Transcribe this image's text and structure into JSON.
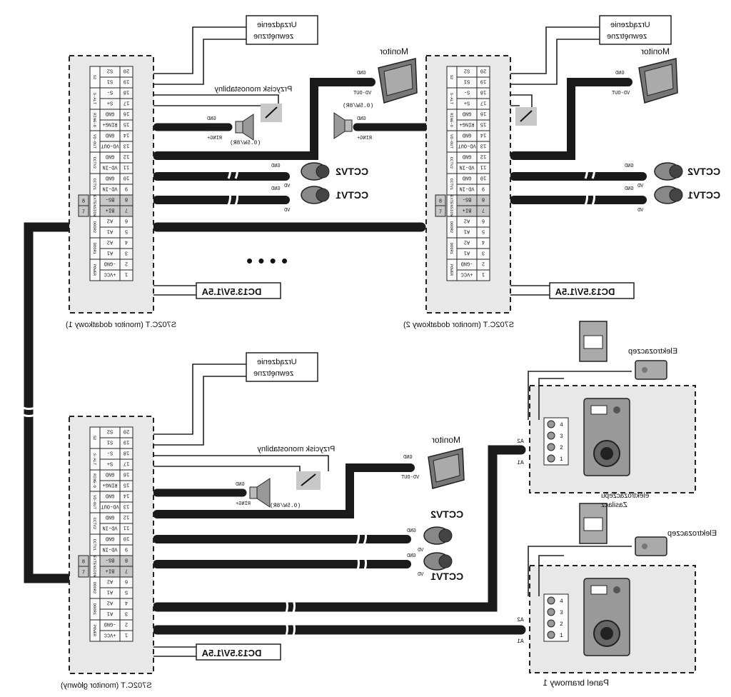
{
  "units": {
    "extra1": {
      "model_label": "S702C.T (monitor dodatkowy 1)",
      "terminals": [
        {
          "num": "20",
          "name": "S2",
          "group": "S2"
        },
        {
          "num": "19",
          "name": "S1",
          "group": ""
        },
        {
          "num": "18",
          "name": "S-",
          "group": "S-ALT"
        },
        {
          "num": "17",
          "name": "S+",
          "group": ""
        },
        {
          "num": "16",
          "name": "GND",
          "group": "RING-O"
        },
        {
          "num": "15",
          "name": "RING+",
          "group": ""
        },
        {
          "num": "14",
          "name": "GND",
          "group": "VD-OUT"
        },
        {
          "num": "13",
          "name": "VD-OUT",
          "group": ""
        },
        {
          "num": "12",
          "name": "GND",
          "group": "CCTV2"
        },
        {
          "num": "11",
          "name": "VD-IN",
          "group": ""
        },
        {
          "num": "10",
          "name": "GND",
          "group": "CCTV1"
        },
        {
          "num": "9",
          "name": "VD-IN",
          "group": ""
        },
        {
          "num": "8",
          "name": "BS-",
          "group": "EXTENSION"
        },
        {
          "num": "7",
          "name": "BI+",
          "group": ""
        },
        {
          "num": "6",
          "name": "A2",
          "group": "DOOR2"
        },
        {
          "num": "5",
          "name": "A1",
          "group": ""
        },
        {
          "num": "4",
          "name": "A2",
          "group": "DOOR1"
        },
        {
          "num": "3",
          "name": "A1",
          "group": ""
        },
        {
          "num": "2",
          "name": "-GND",
          "group": "POWER"
        },
        {
          "num": "1",
          "name": "+VCC",
          "group": ""
        }
      ],
      "side_labels": [
        "8",
        "7"
      ],
      "power": "DC13.5V/1.5A",
      "ext_device": [
        "Urządzenie",
        "zewnętrzne"
      ],
      "button": "Przycisk monostabilny",
      "monitor": "Monitor",
      "monitor_pins": [
        "GND",
        "VD-OUT"
      ],
      "speaker_pins": [
        "GND",
        "RING+"
      ],
      "speaker_spec": "(0.5W/8R)",
      "cams": [
        {
          "label": "CCTV2",
          "pins": [
            "GND",
            "VD"
          ]
        },
        {
          "label": "CCTV1",
          "pins": [
            "GND",
            "VD"
          ]
        }
      ]
    },
    "extra2": {
      "model_label": "S702C.T (monitor dodatkowy 2)",
      "power": "DC13.5V/1.5A",
      "ext_device": [
        "Urządzenie",
        "zewnętrzne"
      ],
      "monitor": "Monitor",
      "monitor_pins": [
        "GND",
        "VD-OUT"
      ],
      "speaker_pins": [
        "GND",
        "RING+"
      ],
      "speaker_spec": "(0.5W/8R)",
      "cams": [
        {
          "label": "CCTV2",
          "pins": [
            "GND",
            "VD"
          ]
        },
        {
          "label": "CCTV1",
          "pins": [
            "GND",
            "VD"
          ]
        }
      ]
    },
    "main": {
      "model_label": "S702C.T (monitor główny)",
      "power": "DC13.5V/1.5A",
      "ext_device": [
        "Urządzenie",
        "zewnętrzne"
      ],
      "button": "Przycisk monostabilny",
      "monitor": "Monitor",
      "monitor_pins": [
        "GND",
        "VD-OUT"
      ],
      "speaker_pins": [
        "GND",
        "RING+"
      ],
      "speaker_spec": "(0.5W/8R)",
      "cams": [
        {
          "label": "CCTV2",
          "pins": [
            "GND",
            "VD"
          ]
        },
        {
          "label": "CCTV1",
          "pins": [
            "GND",
            "VD"
          ]
        }
      ]
    }
  },
  "dots": "• • • •",
  "panels": {
    "panel1": {
      "label": "Panel bramowy 1",
      "lock": "Elektrozaczep",
      "supply": [
        "Zasilacz",
        "elektrozaczepu"
      ],
      "pins": [
        "4",
        "3",
        "2",
        "1"
      ],
      "wires": [
        "A2",
        "A1"
      ]
    },
    "panel2": {
      "lock": "Elektrozaczep",
      "pins": [
        "4",
        "3",
        "2",
        "1"
      ],
      "wires": [
        "A2",
        "A1"
      ]
    }
  }
}
